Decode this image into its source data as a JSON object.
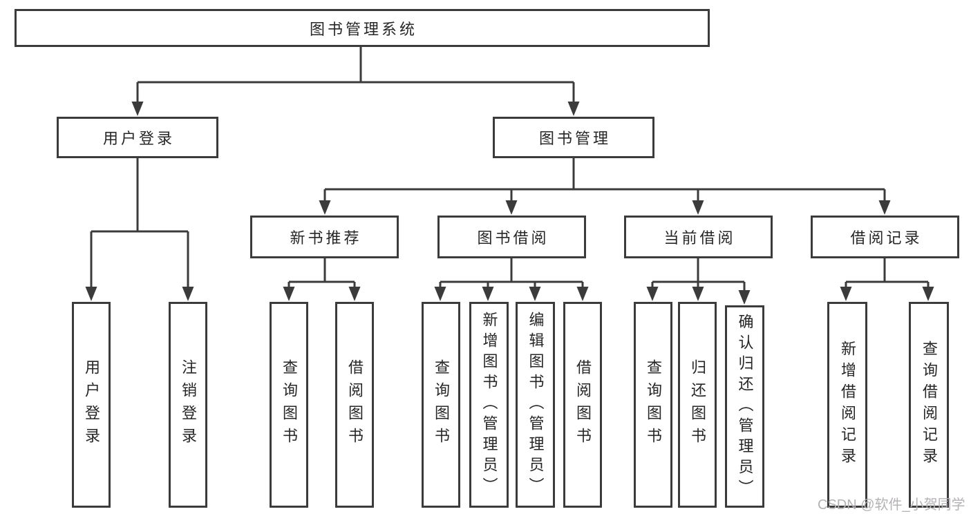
{
  "diagram": {
    "type": "hierarchy-tree",
    "palette": {
      "line": "#3b3b3b",
      "box_border": "#3b3b3b",
      "box_fill": "#ffffff",
      "text": "#262626",
      "background": "#ffffff",
      "watermark": "#b5b2b5"
    },
    "tree": {
      "root": {
        "label": "图书管理系统"
      },
      "branches": [
        {
          "label": "用户登录",
          "children": [
            {
              "label": "用户登录"
            },
            {
              "label": "注销登录"
            }
          ]
        },
        {
          "label": "图书管理",
          "children": [
            {
              "label": "新书推荐",
              "children": [
                {
                  "label": "查询图书"
                },
                {
                  "label": "借阅图书"
                }
              ]
            },
            {
              "label": "图书借阅",
              "children": [
                {
                  "label": "查询图书"
                },
                {
                  "label": "新增图书（管理员）"
                },
                {
                  "label": "编辑图书（管理员）"
                },
                {
                  "label": "借阅图书"
                }
              ]
            },
            {
              "label": "当前借阅",
              "children": [
                {
                  "label": "查询图书"
                },
                {
                  "label": "归还图书"
                },
                {
                  "label": "确认归还（管理员）"
                }
              ]
            },
            {
              "label": "借阅记录",
              "children": [
                {
                  "label": "新增借阅记录"
                },
                {
                  "label": "查询借阅记录"
                }
              ]
            }
          ]
        }
      ]
    }
  },
  "watermark": {
    "text": "CSDN @软件_小贺同学"
  }
}
